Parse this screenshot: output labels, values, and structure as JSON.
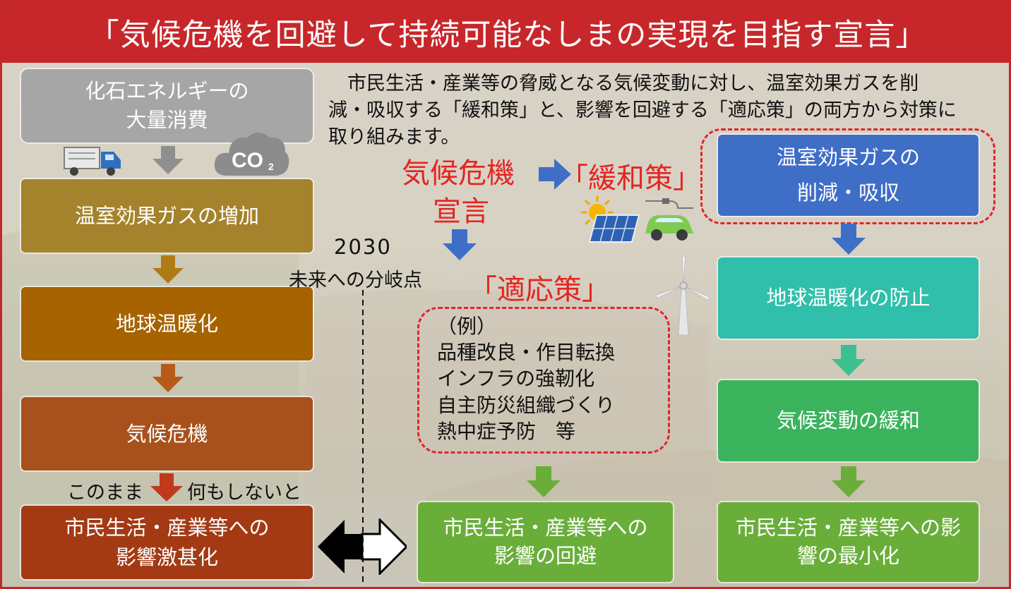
{
  "title": "「気候危機を回避して持続可能なしまの実現を目指す宣言」",
  "intro": "市民生活・産業等の脅威となる気候変動に対し、温室効果ガスを削減・吸収する「緩和策」と、影響を回避する「適応策」の両方から対策に取り組みます。",
  "intro_lines": [
    "　市民生活・産業等の脅威となる気候変動に対し、温室効果ガスを削",
    "減・吸収する「緩和策」と、影響を回避する「適応策」の両方から対策に",
    "取り組みます。"
  ],
  "left_chain": {
    "box1_lines": [
      "化石エネルギーの",
      "大量消費"
    ],
    "box2": "温室効果ガスの増加",
    "box3": "地球温暖化",
    "box4": "気候危機",
    "caption_left": "このまま",
    "caption_right": "何もしないと",
    "box5_lines": [
      "市民生活・産業等への",
      "影響激甚化"
    ]
  },
  "co2_label": "CO",
  "co2_sub": "2",
  "timeline": {
    "year": "2030",
    "label": "未来への分岐点"
  },
  "declaration_lines": [
    "気候危機",
    "宣言"
  ],
  "mitigation_label": "「緩和策」",
  "adaptation_label": "「適応策」",
  "adaptation_examples": [
    "（例）",
    "品種改良・作目転換",
    "インフラの強靭化",
    "自主防災組織づくり",
    "熱中症予防　等"
  ],
  "middle_result_lines": [
    "市民生活・産業等への",
    "影響の回避"
  ],
  "right_chain": {
    "box1_lines": [
      "温室効果ガスの",
      "削減・吸収"
    ],
    "box2": "地球温暖化の防止",
    "box3": "気候変動の緩和",
    "box4_lines": [
      "市民生活・産業等への影",
      "響の最小化"
    ]
  },
  "icons": [
    "truck-icon",
    "co2-cloud-icon",
    "sun-icon",
    "solar-panel-icon",
    "electric-car-icon",
    "wind-turbine-icon"
  ],
  "colors": {
    "title_bg": "#c7272a",
    "gray_box": "#a6a6a6",
    "brown1": "#a4832c",
    "brown2": "#a66300",
    "brown3": "#a8511c",
    "brown4": "#a33a14",
    "blue_box": "#3f6ec7",
    "teal_box": "#2fbfaa",
    "green_box": "#3bb35d",
    "green_result": "#6aae3a",
    "red_text": "#e32521"
  }
}
